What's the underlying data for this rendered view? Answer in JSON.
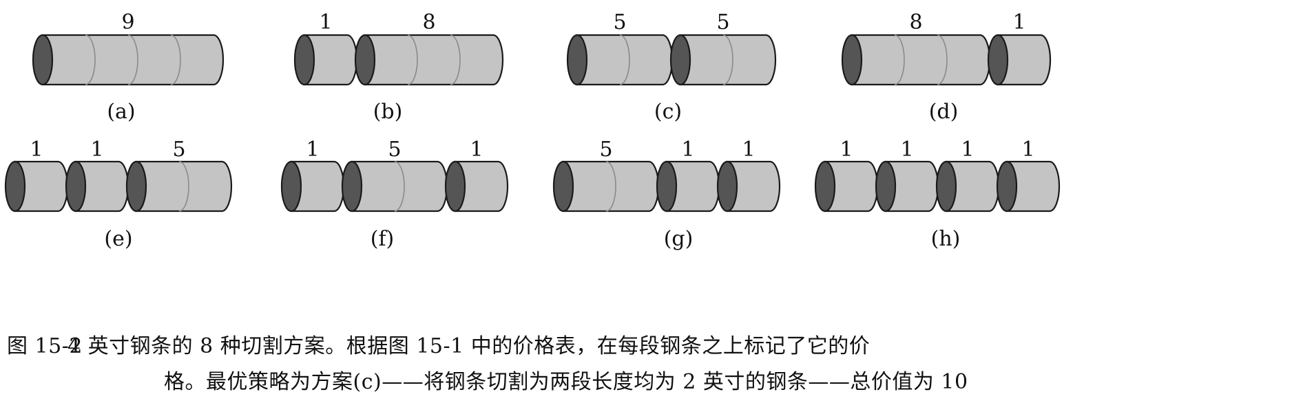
{
  "figure": {
    "colors": {
      "body": "#c4c4c4",
      "end_cap": "#555555",
      "outline": "#1a1a1a",
      "segment_line": "#8a8a8a",
      "text": "#111111"
    },
    "schemes": [
      {
        "id": "a",
        "label": "(a)",
        "pieces": [
          {
            "length": 4,
            "price": "9"
          }
        ]
      },
      {
        "id": "b",
        "label": "(b)",
        "pieces": [
          {
            "length": 1,
            "price": "1"
          },
          {
            "length": 3,
            "price": "8"
          }
        ]
      },
      {
        "id": "c",
        "label": "(c)",
        "pieces": [
          {
            "length": 2,
            "price": "5"
          },
          {
            "length": 2,
            "price": "5"
          }
        ]
      },
      {
        "id": "d",
        "label": "(d)",
        "pieces": [
          {
            "length": 3,
            "price": "8"
          },
          {
            "length": 1,
            "price": "1"
          }
        ]
      },
      {
        "id": "e",
        "label": "(e)",
        "pieces": [
          {
            "length": 1,
            "price": "1"
          },
          {
            "length": 1,
            "price": "1"
          },
          {
            "length": 2,
            "price": "5"
          }
        ]
      },
      {
        "id": "f",
        "label": "(f)",
        "pieces": [
          {
            "length": 1,
            "price": "1"
          },
          {
            "length": 2,
            "price": "5"
          },
          {
            "length": 1,
            "price": "1"
          }
        ]
      },
      {
        "id": "g",
        "label": "(g)",
        "pieces": [
          {
            "length": 2,
            "price": "5"
          },
          {
            "length": 1,
            "price": "1"
          },
          {
            "length": 1,
            "price": "1"
          }
        ]
      },
      {
        "id": "h",
        "label": "(h)",
        "pieces": [
          {
            "length": 1,
            "price": "1"
          },
          {
            "length": 1,
            "price": "1"
          },
          {
            "length": 1,
            "price": "1"
          },
          {
            "length": 1,
            "price": "1"
          }
        ]
      }
    ]
  },
  "caption": {
    "number": "图 15-2",
    "line1": "4 英寸钢条的 8 种切割方案。根据图 15-1 中的价格表，在每段钢条之上标记了它的价",
    "line2": "格。最优策略为方案(c)——将钢条切割为两段长度均为 2 英寸的钢条——总价值为 10"
  }
}
